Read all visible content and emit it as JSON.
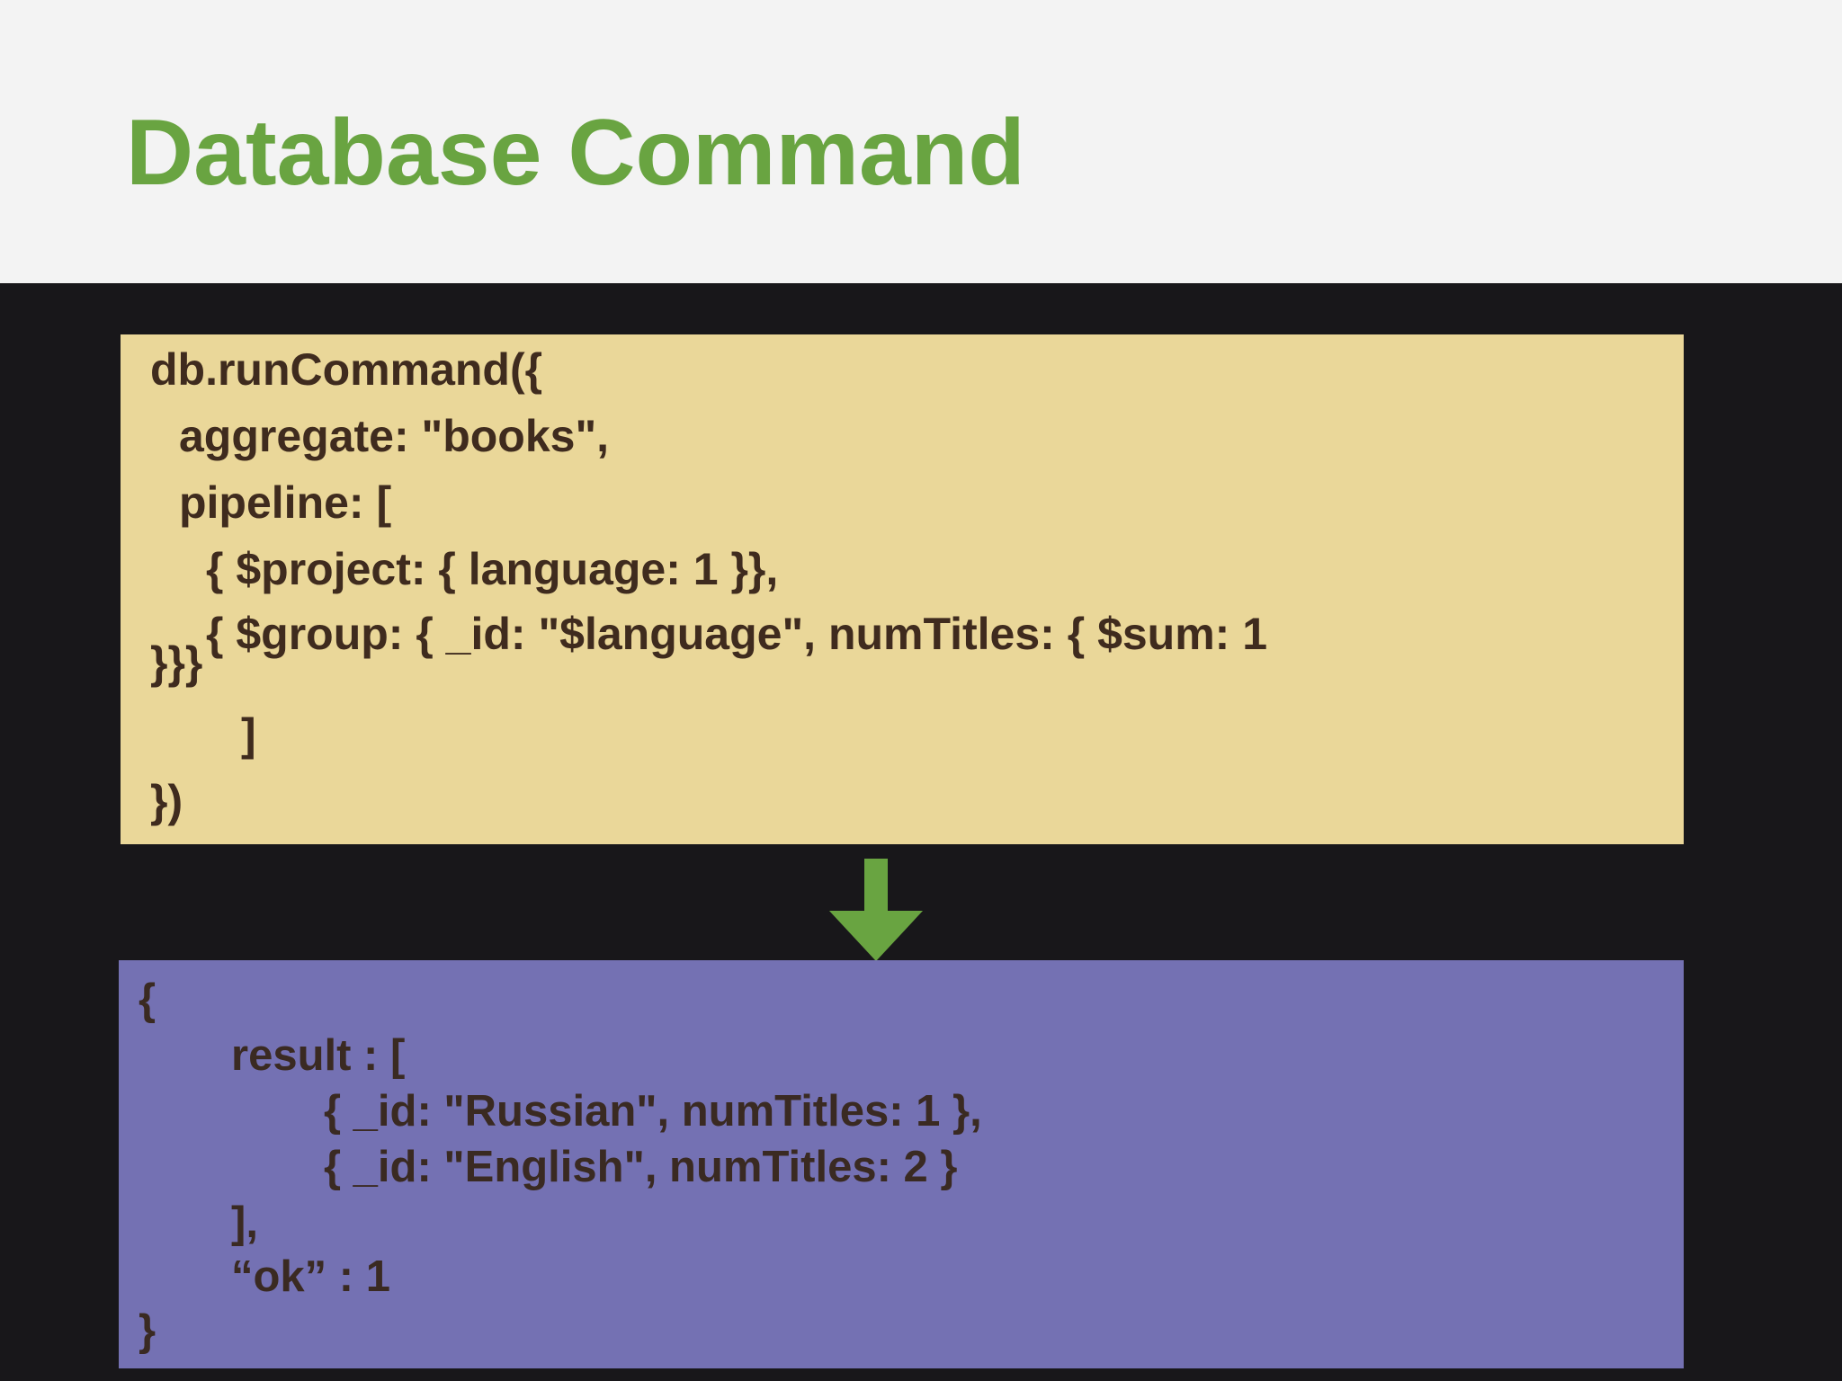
{
  "slide": {
    "title": "Database Command"
  },
  "code_box": {
    "lines": [
      "db.runCommand({",
      "aggregate: \"books\",",
      "pipeline: [",
      "{ $project: { language: 1 }},",
      "{ $group: { _id: \"$language\", numTitles: { $sum: 1",
      "}}}",
      "]",
      "})"
    ]
  },
  "result_box": {
    "lines": [
      "{",
      "result : [",
      "{ _id: \"Russian\", numTitles: 1 },",
      "{ _id: \"English\", numTitles: 2 }",
      "],",
      "“ok” : 1",
      "}"
    ]
  },
  "colors": {
    "title_green": "#69a441",
    "code_background": "#ead799",
    "result_background": "#7471b3",
    "arrow_green": "#69a441",
    "slide_background": "#18171a"
  },
  "icons": {
    "flow_arrow": "down-arrow-icon"
  }
}
